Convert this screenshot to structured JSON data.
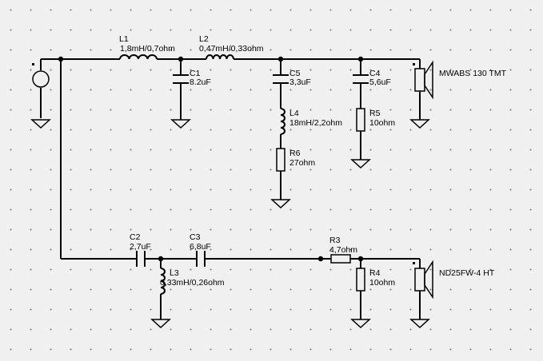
{
  "components": {
    "L1": {
      "ref": "L1",
      "value": "1,8mH/0,7ohm"
    },
    "L2": {
      "ref": "L2",
      "value": "0,47mH/0,33ohm"
    },
    "C1": {
      "ref": "C1",
      "value": "8.2uF"
    },
    "C5": {
      "ref": "C5",
      "value": "3,3uF"
    },
    "C4": {
      "ref": "C4",
      "value": "5,6uF"
    },
    "L4": {
      "ref": "L4",
      "value": "18mH/2,2ohm"
    },
    "R5": {
      "ref": "R5",
      "value": "10ohm"
    },
    "R6": {
      "ref": "R6",
      "value": "27ohm"
    },
    "C2": {
      "ref": "C2",
      "value": "2,7uF"
    },
    "C3": {
      "ref": "C3",
      "value": "6,8uF"
    },
    "L3": {
      "ref": "L3",
      "value": "0,33mH/0,26ohm"
    },
    "R3": {
      "ref": "R3",
      "value": "4,7ohm"
    },
    "R4": {
      "ref": "R4",
      "value": "10ohm"
    }
  },
  "speakers": {
    "woofer": {
      "name": "MWABS 130 TMT"
    },
    "tweeter": {
      "name": "ND25FW-4 HT"
    }
  },
  "icons": [
    "voltage-source-icon",
    "ground-icon",
    "inductor-icon",
    "capacitor-icon",
    "resistor-icon",
    "speaker-icon"
  ]
}
